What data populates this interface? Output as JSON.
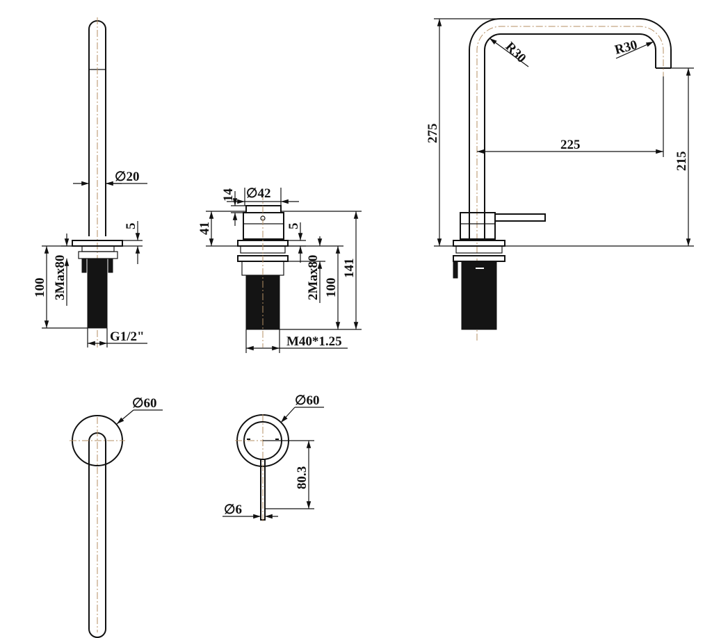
{
  "dimensions": {
    "side_dia": "∅20",
    "side_5": "5",
    "side_max": "3Max80",
    "side_100": "100",
    "side_thread": "G1/2\"",
    "mixer_dia": "∅42",
    "mixer_14": "14",
    "mixer_41": "41",
    "mixer_5": "5",
    "mixer_max": "2Max80",
    "mixer_100": "100",
    "mixer_141": "141",
    "mixer_thread": "M40*1.25",
    "spout_r1": "R30",
    "spout_r2": "R30",
    "spout_275": "275",
    "spout_225": "225",
    "spout_215": "215",
    "top_left_dia": "∅60",
    "top_mid_dia": "∅60",
    "top_mid_len": "80.3",
    "top_mid_lever": "∅6"
  }
}
